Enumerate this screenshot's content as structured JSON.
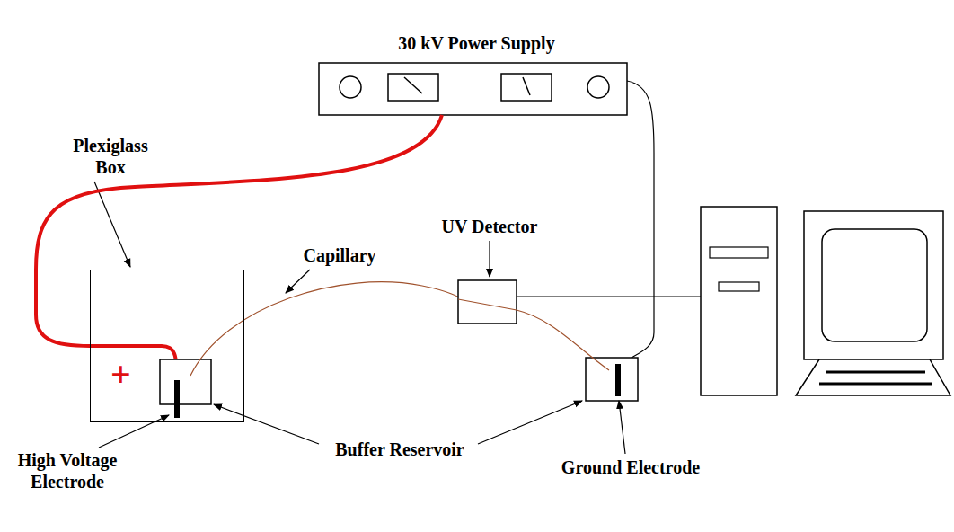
{
  "diagram": {
    "nodes": [
      {
        "text": [
          "30 kV Power Supply"
        ]
      },
      {
        "text": [
          "+"
        ]
      }
    ],
    "edges": [
      {
        "from": 0,
        "to": 1,
        "arrow": "none"
      }
    ],
    "labels": [
      "Plexiglass Box",
      "Capillary",
      "UV Detector",
      "High Voltage Electrode",
      "Buffer Reservoir",
      "Ground Electrode"
    ]
  }
}
